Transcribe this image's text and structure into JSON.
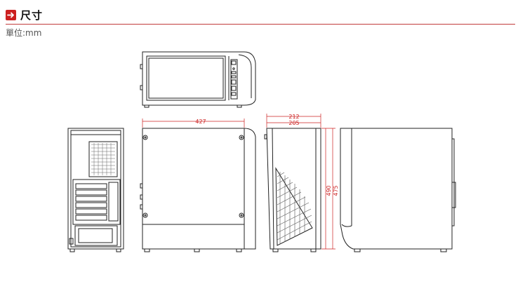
{
  "header": {
    "title": "尺寸",
    "unit_label": "單位:mm"
  },
  "dimensions": {
    "length": "427",
    "width_outer": "212",
    "width_inner": "205",
    "height_outer": "490",
    "height_inner": "475"
  },
  "colors": {
    "accent": "#cc1f1f",
    "line": "#222222",
    "dimension": "#cc2222"
  }
}
